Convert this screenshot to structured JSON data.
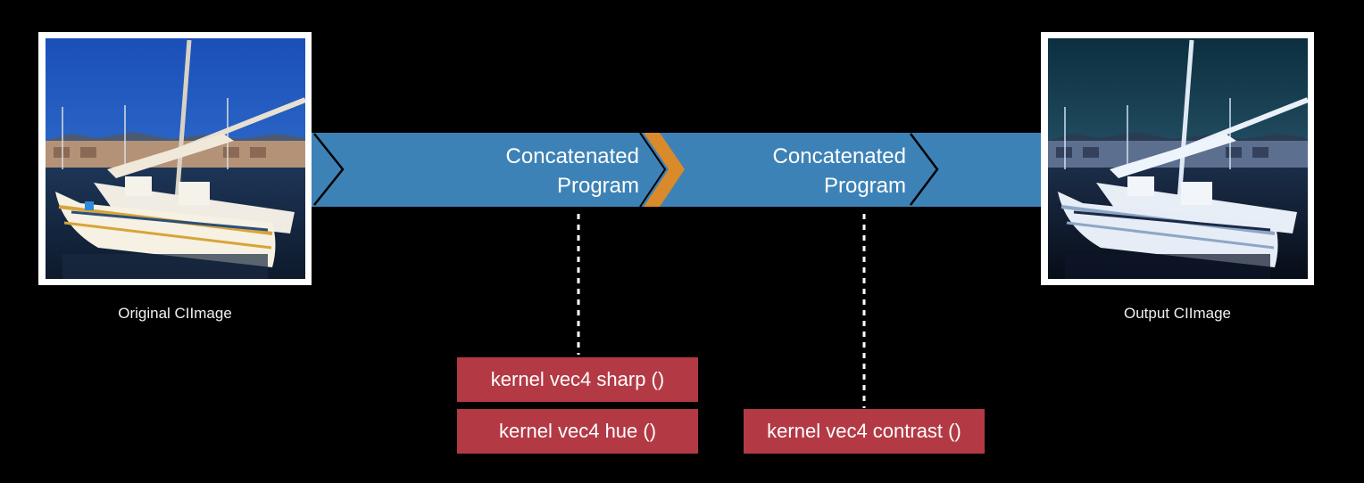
{
  "input": {
    "caption": "Original CIImage",
    "image_alt": "boat-photo-icon"
  },
  "output": {
    "caption": "Output CIImage",
    "image_alt": "boat-photo-filtered-icon"
  },
  "programs": [
    {
      "line1": "Concatenated",
      "line2": "Program"
    },
    {
      "line1": "Concatenated",
      "line2": "Program"
    }
  ],
  "kernels": {
    "first": [
      "kernel vec4 sharp ()",
      "kernel vec4 hue ()"
    ],
    "second": [
      "kernel vec4 contrast ()"
    ]
  },
  "colors": {
    "background": "#000000",
    "pipeline": "#3d82b6",
    "chevron_accent": "#d98a2b",
    "kernel_box": "#b33a45",
    "frame": "#ffffff"
  }
}
